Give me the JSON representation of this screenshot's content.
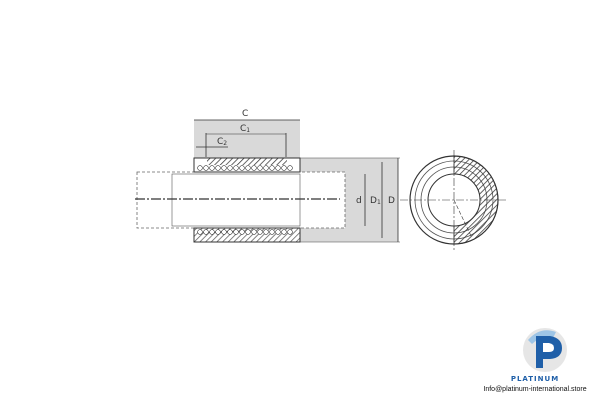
{
  "diagram": {
    "labels": {
      "C": "C",
      "C1": "C",
      "C1_sub": "1",
      "C2": "C",
      "C2_sub": "2",
      "d": "d",
      "D1": "D",
      "D1_sub": "1",
      "D": "D"
    },
    "colors": {
      "shade": "#d9d9d9",
      "line": "#444444",
      "accent": "#1f5fa8"
    }
  },
  "branding": {
    "logo_text": "PLATINUM",
    "email": "Info@platinum-international.store"
  }
}
